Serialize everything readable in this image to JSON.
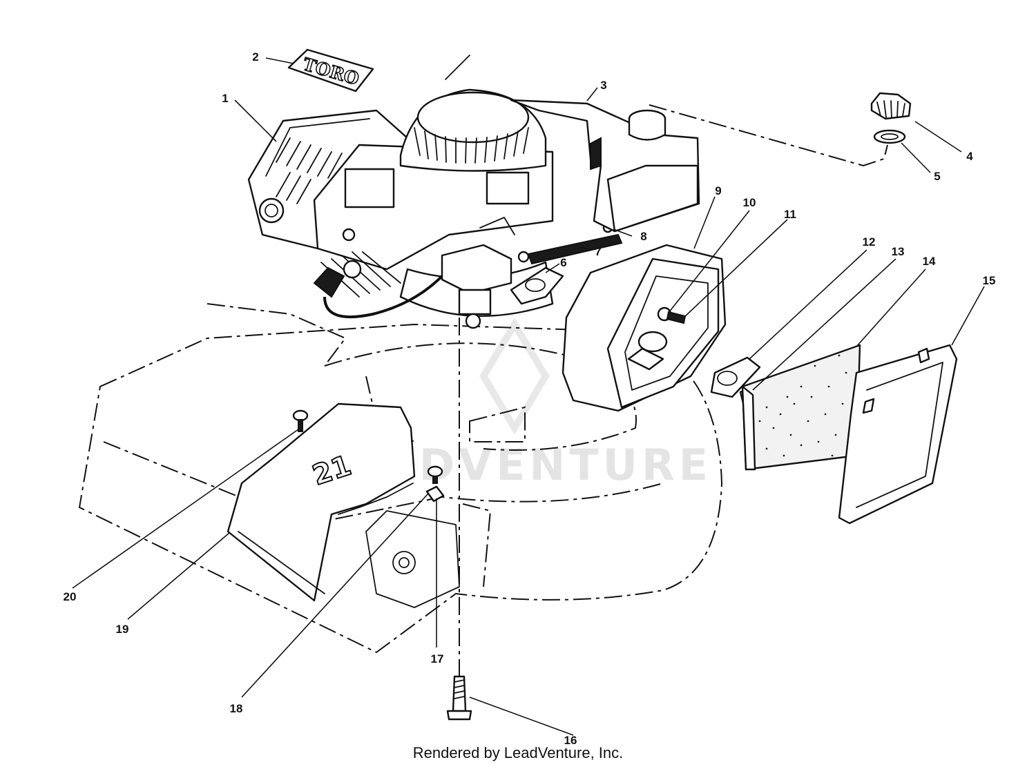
{
  "diagram": {
    "brand_decal_text": "TORO",
    "hood_emboss_text": "21",
    "watermark_text": "LEADVENTURE",
    "callouts": [
      "1",
      "2",
      "3",
      "4",
      "5",
      "6",
      "7",
      "8",
      "9",
      "10",
      "11",
      "12",
      "13",
      "14",
      "15",
      "16",
      "17",
      "18",
      "19",
      "20"
    ]
  },
  "footer": {
    "text": "Rendered by LeadVenture, Inc."
  }
}
